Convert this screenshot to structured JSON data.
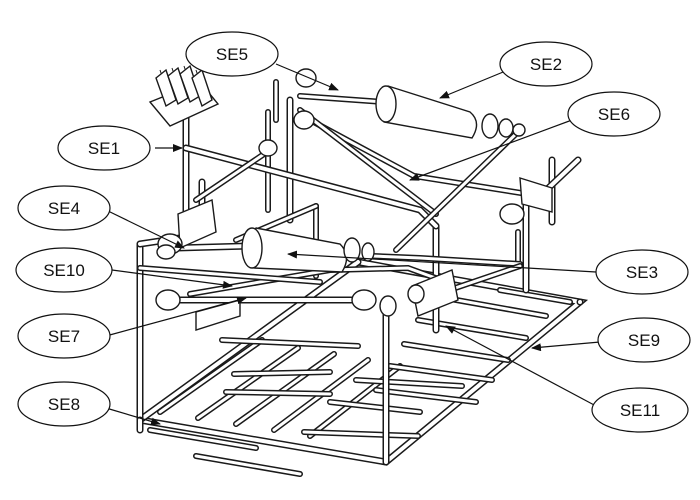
{
  "diagram": {
    "labels": [
      {
        "id": "se1",
        "text": "SE1"
      },
      {
        "id": "se2",
        "text": "SE2"
      },
      {
        "id": "se3",
        "text": "SE3"
      },
      {
        "id": "se4",
        "text": "SE4"
      },
      {
        "id": "se5",
        "text": "SE5"
      },
      {
        "id": "se6",
        "text": "SE6"
      },
      {
        "id": "se7",
        "text": "SE7"
      },
      {
        "id": "se8",
        "text": "SE8"
      },
      {
        "id": "se9",
        "text": "SE9"
      },
      {
        "id": "se10",
        "text": "SE10"
      },
      {
        "id": "se11",
        "text": "SE11"
      }
    ],
    "colors": {
      "line": "#1a1a1a",
      "background": "#ffffff"
    }
  }
}
